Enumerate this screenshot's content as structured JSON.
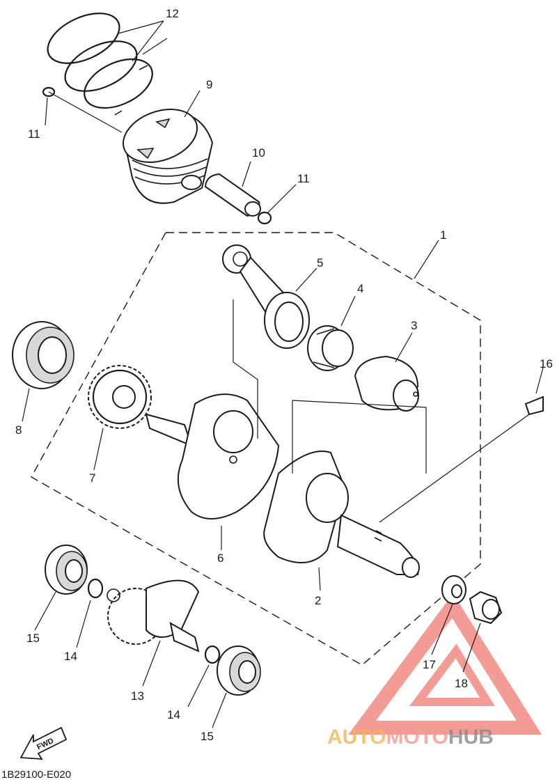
{
  "diagram": {
    "drawing_code": "1B29100-E020",
    "direction_label": "FWD",
    "labels": {
      "p1": "1",
      "p2": "2",
      "p3": "3",
      "p4": "4",
      "p5": "5",
      "p6": "6",
      "p7": "7",
      "p8": "8",
      "p9": "9",
      "p10": "10",
      "p11a": "11",
      "p11b": "11",
      "p12": "12",
      "p13": "13",
      "p14a": "14",
      "p14b": "14",
      "p15a": "15",
      "p15b": "15",
      "p16": "16",
      "p17": "17",
      "p18": "18"
    }
  },
  "watermark": {
    "part1": "AUTO",
    "part2": "MOTO",
    "part3": "HUB",
    "color1": "#f5b55a",
    "color2": "#f29a8e",
    "color3": "#8a8a8a",
    "logo_color": "#f07a72"
  }
}
